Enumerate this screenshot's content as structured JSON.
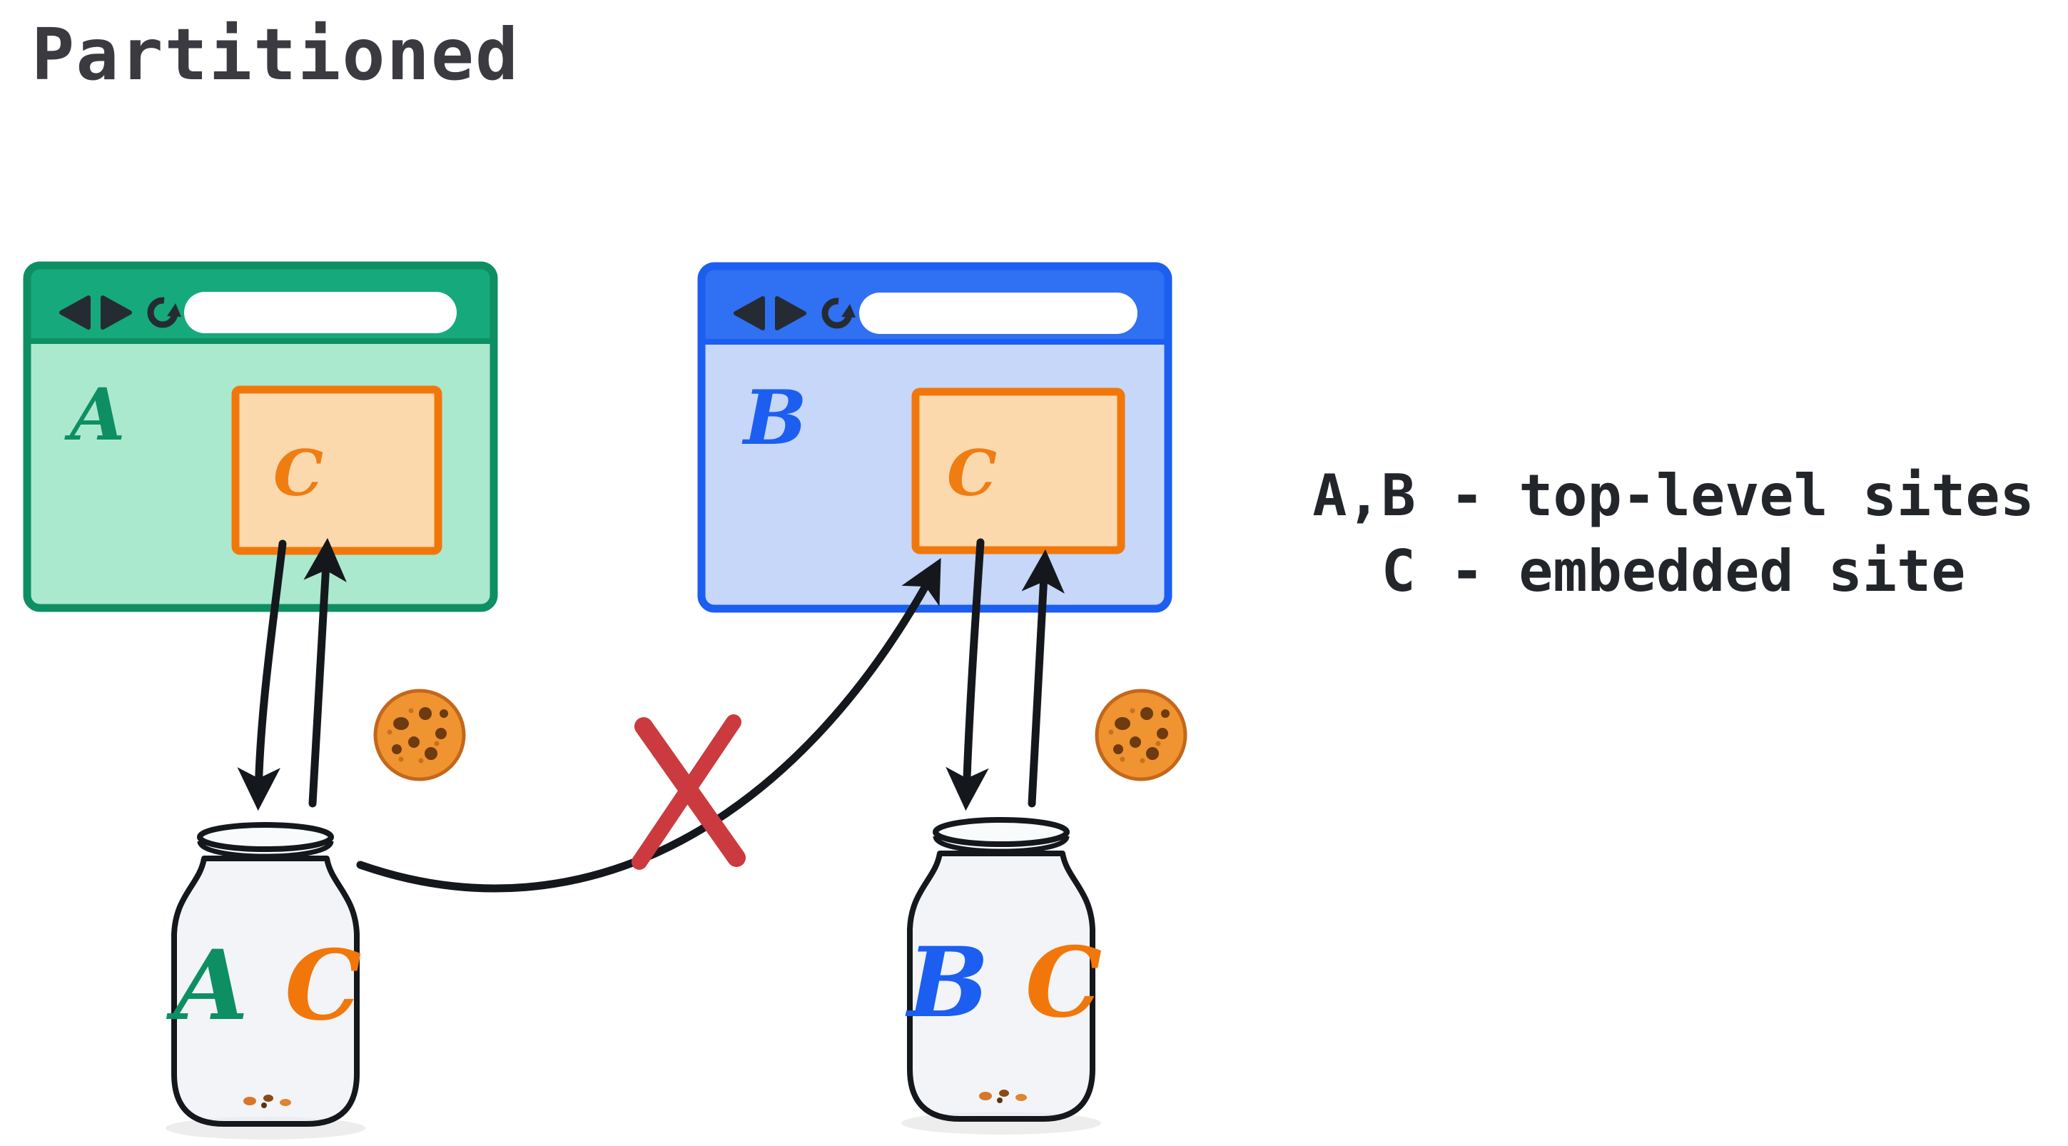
{
  "title": "Partitioned",
  "legend": {
    "line1": "A,B - top-level sites",
    "line2": "C - embedded site"
  },
  "window_a": {
    "label": "A",
    "accent": "#0e8f63",
    "toolbar_fill": "#16a97c",
    "body_fill": "#abe9cf",
    "url_bar_fill": "#ffffff"
  },
  "window_b": {
    "label": "B",
    "accent": "#1c5ef0",
    "toolbar_fill": "#3070f2",
    "body_fill": "#c6d7fa",
    "url_bar_fill": "#ffffff"
  },
  "iframe": {
    "label": "C",
    "border": "#f2770b",
    "fill": "#fcd9ad",
    "label_color": "#ef7d12"
  },
  "jar_left": {
    "letter1": "A",
    "letter1_color": "#0e8f63",
    "letter2": "C",
    "letter2_color": "#f2770b"
  },
  "jar_right": {
    "letter1": "B",
    "letter1_color": "#1c5ef0",
    "letter2": "C",
    "letter2_color": "#f2770b"
  },
  "arrow_color": "#14181d",
  "blocked_x_color": "#cb3a3e",
  "cookie_colors": {
    "base": "#ef9430",
    "rim": "#c4671b",
    "chip": "#6e3a10"
  }
}
